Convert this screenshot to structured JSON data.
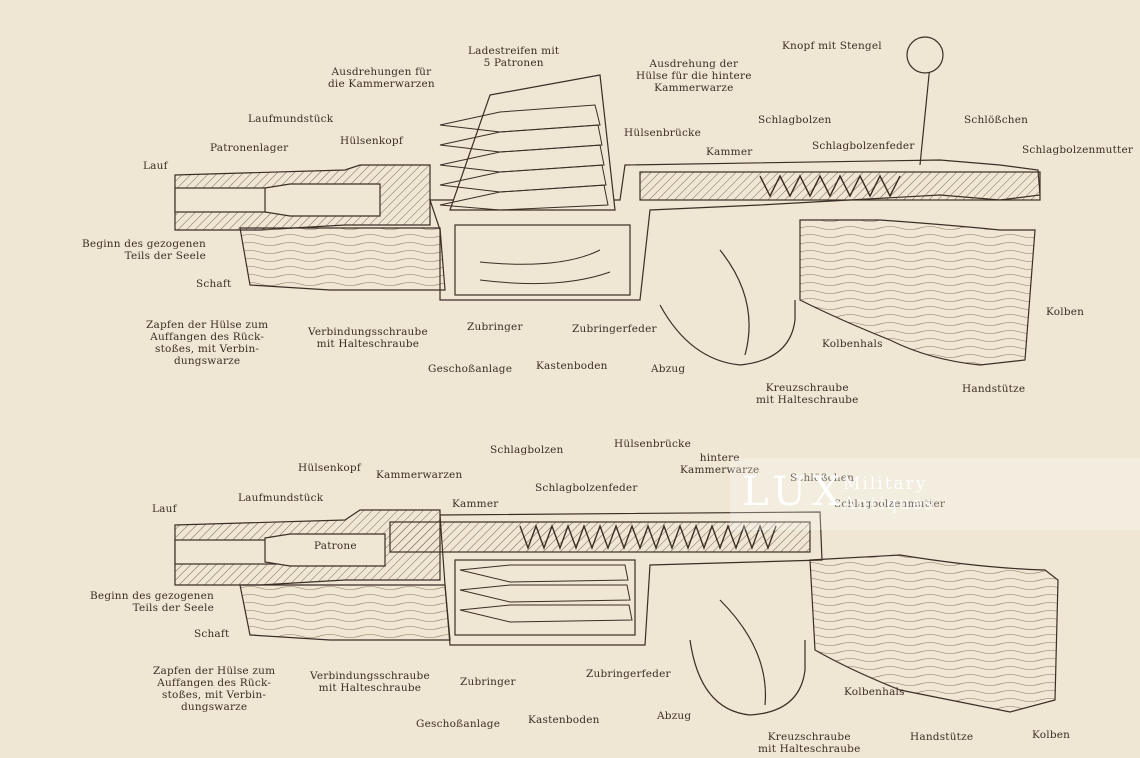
{
  "top_diagram": {
    "labels": {
      "ladestreifen": [
        "Ladestreifen mit",
        "5 Patronen"
      ],
      "ausdrehungen": [
        "Ausdrehungen für",
        "die Kammerwarzen"
      ],
      "ausdrehung_huelse": [
        "Ausdrehung der",
        "Hülse für die hintere",
        "Kammerwarze"
      ],
      "knopf": "Knopf mit Stengel",
      "laufmundstueck": "Laufmundstück",
      "huelsenkopf": "Hülsenkopf",
      "patronenlager": "Patronenlager",
      "lauf": "Lauf",
      "huelsenbruecke": "Hülsenbrücke",
      "schlagbolzen": "Schlagbolzen",
      "kammer": "Kammer",
      "schlagbolzenfeder": "Schlagbolzenfeder",
      "schloesschen": "Schlößchen",
      "schlagbolzenmutter": "Schlagbolzenmutter",
      "beginn": [
        "Beginn des gezogenen",
        "Teils der Seele"
      ],
      "schaft": "Schaft",
      "zapfen": [
        "Zapfen der Hülse zum",
        "Auffangen des Rück-",
        "stoßes, mit Verbin-",
        "dungswarze"
      ],
      "verbindungsschraube": [
        "Verbindungsschraube",
        "mit Halteschraube"
      ],
      "zubringer": "Zubringer",
      "zubringerfeder": "Zubringerfeder",
      "geschossanlage": "Geschoßanlage",
      "kastenboden": "Kastenboden",
      "abzug": "Abzug",
      "kolbenhals": "Kolbenhals",
      "kolben": "Kolben",
      "kreuzschraube": [
        "Kreuzschraube",
        "mit Halteschraube"
      ],
      "handstuetze": "Handstütze"
    }
  },
  "bottom_diagram": {
    "labels": {
      "huelsenkopf": "Hülsenkopf",
      "kammerwarzen": "Kammerwarzen",
      "schlagbolzen": "Schlagbolzen",
      "huelsenbruecke": "Hülsenbrücke",
      "hintere_kammerwarze": [
        "hintere",
        "Kammerwarze"
      ],
      "lauf": "Lauf",
      "laufmundstueck": "Laufmundstück",
      "kammer": "Kammer",
      "schlagbolzenfeder": "Schlagbolzenfeder",
      "schloesschen": "Schlößchen",
      "schlagbolzenmutter": "Schlagbolzenmutter",
      "patrone": "Patrone",
      "beginn": [
        "Beginn des gezogenen",
        "Teils der Seele"
      ],
      "schaft": "Schaft",
      "zapfen": [
        "Zapfen der Hülse zum",
        "Auffangen des Rück-",
        "stoßes, mit Verbin-",
        "dungswarze"
      ],
      "verbindungsschraube": [
        "Verbindungsschraube",
        "mit Halteschraube"
      ],
      "zubringer": "Zubringer",
      "zubringerfeder": "Zubringerfeder",
      "geschossanlage": "Geschoßanlage",
      "kastenboden": "Kastenboden",
      "abzug": "Abzug",
      "kolbenhals": "Kolbenhals",
      "kreuzschraube": [
        "Kreuzschraube",
        "mit Halteschraube"
      ],
      "handstuetze": "Handstütze",
      "kolben": "Kolben"
    }
  },
  "watermark": {
    "logo": "LUX",
    "line1": "Military",
    "line2": "Antiques"
  },
  "colors": {
    "paper": "#efe6d4",
    "ink": "#3b2f25"
  }
}
